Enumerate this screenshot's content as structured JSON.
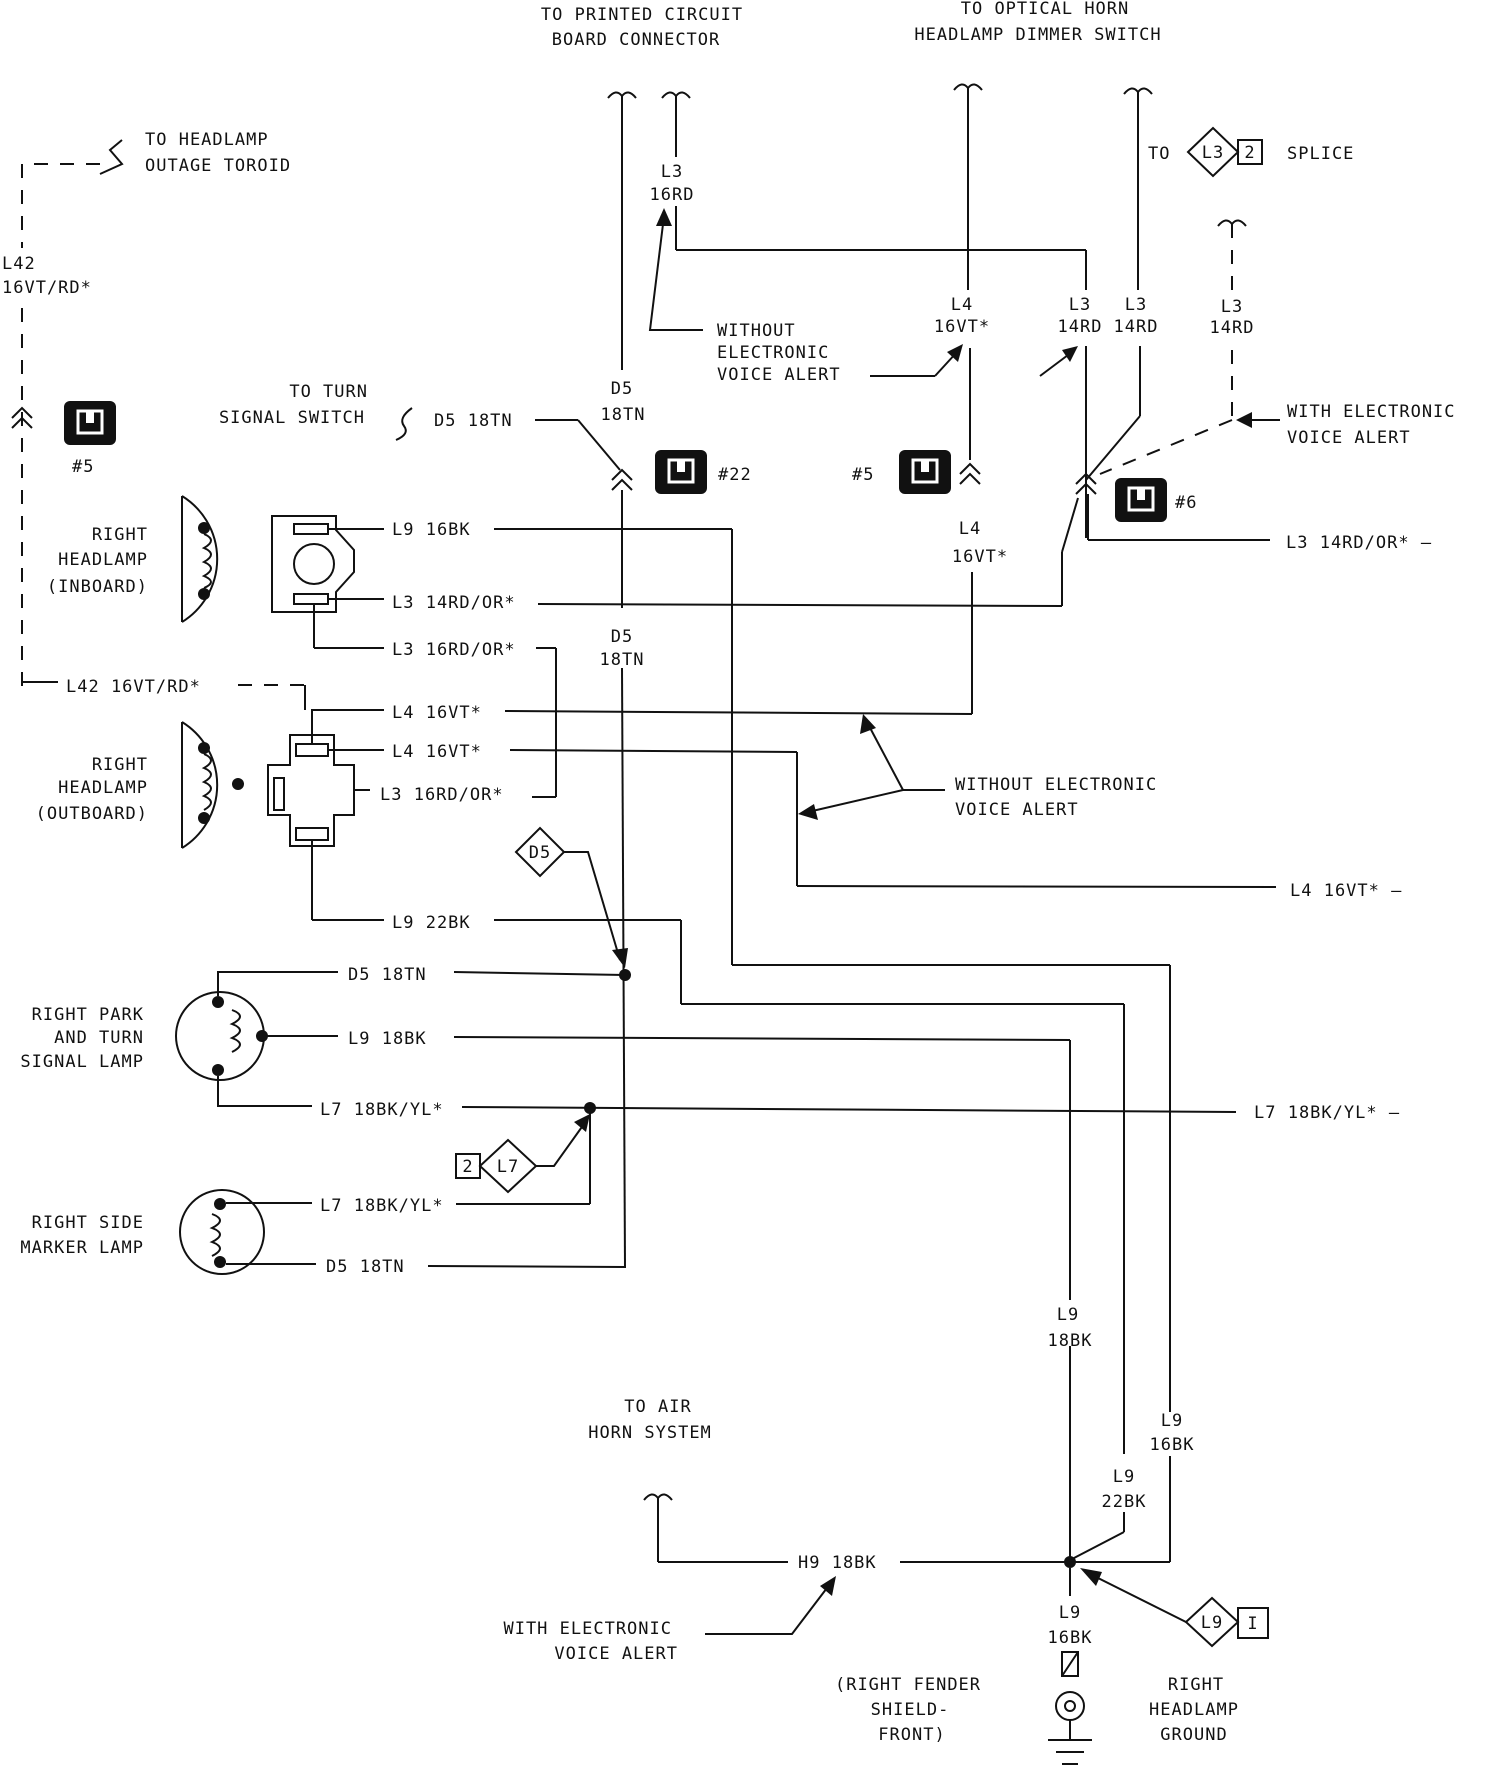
{
  "destinations": {
    "pcb_1": "TO PRINTED CIRCUIT",
    "pcb_2": "BOARD CONNECTOR",
    "dimmer_1": "TO OPTICAL HORN",
    "dimmer_2": "HEADLAMP DIMMER SWITCH",
    "outage_1": "TO HEADLAMP",
    "outage_2": "OUTAGE TOROID",
    "turn_1": "TO TURN",
    "turn_2": "SIGNAL SWITCH",
    "splice_to": "TO",
    "splice_label": "SPLICE",
    "airhorn_1": "TO AIR",
    "airhorn_2": "HORN SYSTEM"
  },
  "splices": {
    "l3": {
      "code": "L3",
      "num": "2"
    },
    "l7": {
      "code": "L7",
      "num": "2"
    },
    "l9": {
      "code": "L9",
      "num": "I"
    },
    "d5": {
      "code": "D5"
    }
  },
  "connectors": {
    "c5_left": "#5",
    "c22": "#22",
    "c5_mid": "#5",
    "c6": "#6"
  },
  "components": {
    "hl_in_1": "RIGHT",
    "hl_in_2": "HEADLAMP",
    "hl_in_3": "(INBOARD)",
    "hl_out_1": "RIGHT",
    "hl_out_2": "HEADLAMP",
    "hl_out_3": "(OUTBOARD)",
    "park_1": "RIGHT PARK",
    "park_2": "AND TURN",
    "park_3": "SIGNAL LAMP",
    "marker_1": "RIGHT SIDE",
    "marker_2": "MARKER LAMP",
    "fender_1": "(RIGHT FENDER",
    "fender_2": "SHIELD-",
    "fender_3": "FRONT)",
    "ground_1": "RIGHT",
    "ground_2": "HEADLAMP",
    "ground_3": "GROUND"
  },
  "notes": {
    "without_eva_1": "WITHOUT",
    "without_eva_2": "ELECTRONIC",
    "without_eva_3": "VOICE ALERT",
    "with_eva_1": "WITH ELECTRONIC",
    "with_eva_2": "VOICE ALERT",
    "without_eva_b_1": "WITHOUT ELECTRONIC",
    "without_eva_b_2": "VOICE ALERT",
    "with_eva_b_1": "WITH ELECTRONIC",
    "with_eva_b_2": "VOICE ALERT"
  },
  "wires": {
    "l42_code": "L42",
    "l42_gauge": "16VT/RD*",
    "l42_full": "L42 16VT/RD*",
    "l3_top_code": "L3",
    "l3_top_gauge": "16RD",
    "d5_code": "D5",
    "d5_gauge": "18TN",
    "d5_turn": "D5 18TN",
    "l4_code": "L4",
    "l4_gauge": "16VT*",
    "l3_14_code": "L3",
    "l3_14_gauge": "14RD",
    "l3_14b_code": "L3",
    "l3_14b_gauge": "14RD",
    "l3_14c_code": "L3",
    "l3_14c_gauge": "14RD",
    "l4_mid_code": "L4",
    "l4_mid_gauge": "16VT*",
    "d5_mid_code": "D5",
    "d5_mid_gauge": "18TN",
    "l9_16bk": "L9 16BK",
    "l3_14rdor": "L3 14RD/OR*",
    "l3_14rdor_right": "L3 14RD/OR* —",
    "l3_16rdor_a": "L3 16RD/OR*",
    "l4_16vt_a": "L4 16VT*",
    "l4_16vt_b": "L4 16VT*",
    "l3_16rdor_b": "L3 16RD/OR*",
    "l4_16vt_right": "L4 16VT* —",
    "l9_22bk": "L9 22BK",
    "d5_18tn_park": "D5 18TN",
    "l9_18bk_park": "L9 18BK",
    "l7_18bkyl_park": "L7 18BK/YL*",
    "l7_18bkyl_right": "L7 18BK/YL* —",
    "l7_18bkyl_marker": "L7 18BK/YL*",
    "d5_18tn_marker": "D5 18TN",
    "l9_vert_code": "L9",
    "l9_vert_gauge": "18BK",
    "l9_16_code": "L9",
    "l9_16_gauge": "16BK",
    "l9_22_code": "L9",
    "l9_22_gauge": "22BK",
    "h9": "H9 18BK",
    "l9_gnd_code": "L9",
    "l9_gnd_gauge": "16BK"
  }
}
